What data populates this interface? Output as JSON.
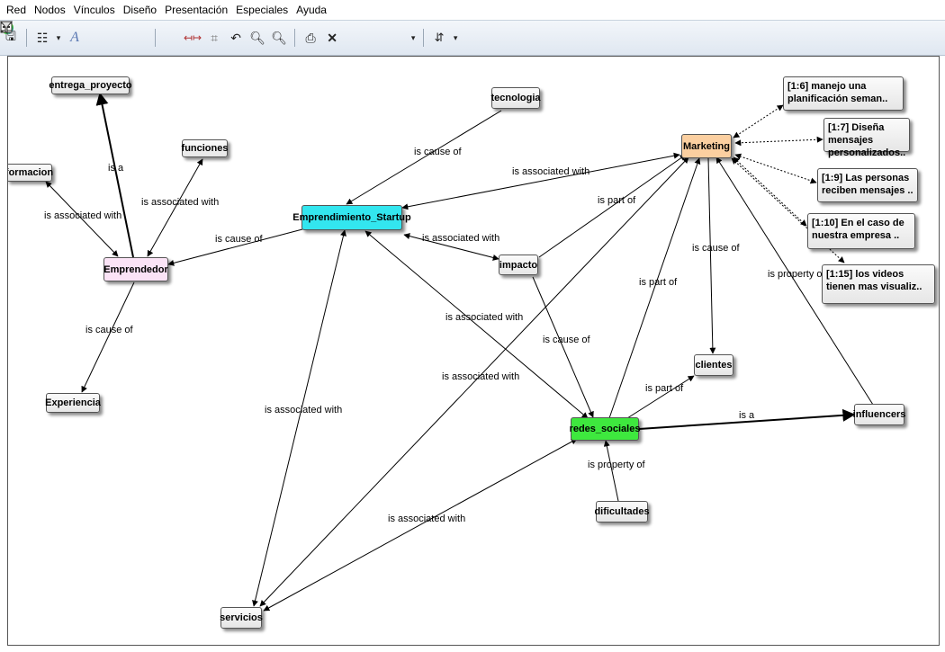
{
  "menu": [
    "Red",
    "Nodos",
    "Vínculos",
    "Diseño",
    "Presentación",
    "Especiales",
    "Ayuda"
  ],
  "toolbar_icons": [
    "save-icon",
    "new-node-icon",
    "dropdown-icon",
    "font-icon",
    "color-icon",
    "image-icon",
    "search-icon",
    "layout-icon",
    "spread-icon",
    "grid-icon",
    "undo-icon",
    "zoom-out-icon",
    "zoom-in-icon",
    "print-icon",
    "delete-icon",
    "link-icon",
    "unlink-icon",
    "view-icon",
    "dropdown-icon",
    "sort-icon",
    "dropdown-icon",
    "filter-icon"
  ],
  "nodes": {
    "entrega_proyecto": "entrega_proyecto",
    "formacion": "formacion",
    "funciones": "funciones",
    "emprendedor": "Emprendedor",
    "experiencia": "Experiencia",
    "tecnologia": "tecnologia",
    "emprendimiento": "Emprendimiento_Startup",
    "impacto": "impacto",
    "marketing": "Marketing",
    "q1": "[1:6] manejo una planificación seman..",
    "q2": "[1:7] Diseña mensajes personalizados..",
    "q3": "[1:9] Las personas reciben mensajes ..",
    "q4": "[1:10] En el caso de nuestra empresa ..",
    "q5": "[1:15] los videos tienen mas visualiz..",
    "clientes": "clientes",
    "redes_sociales": "redes_sociales",
    "influencers": "influencers",
    "dificultades": "dificultades",
    "servicios": "servicios"
  },
  "link_labels": {
    "is_a": "is a",
    "is_associated_with": "is associated with",
    "is_cause_of": "is cause of",
    "is_part_of": "is part of",
    "is_property_of": "is property of",
    "is_property_of_trunc": "is property of~"
  },
  "colors": {
    "emprendimiento": "#33e6ef",
    "marketing": "#fbcfa0",
    "redes_sociales": "#3ee83e",
    "emprendedor": "#fbe3f6"
  }
}
